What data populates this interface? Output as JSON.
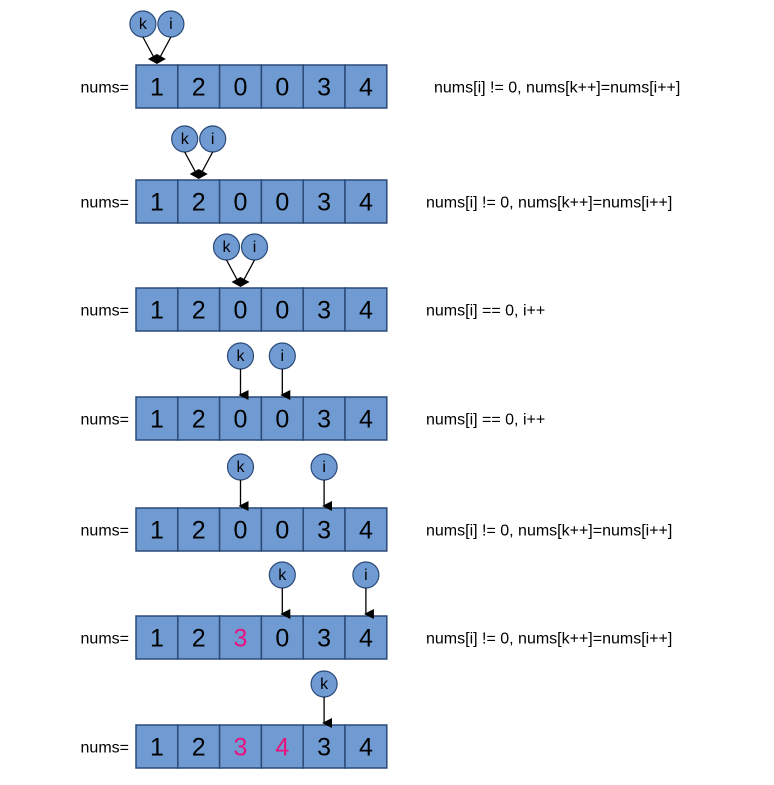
{
  "colors": {
    "cell_fill": "#6f9bd2",
    "cell_stroke": "#2b4a78",
    "circle_fill": "#6f9bd2",
    "circle_stroke": "#2b4a78",
    "normal_text": "#000000",
    "highlight_text": "#e8117f"
  },
  "array_label": "nums=",
  "steps": [
    {
      "values": [
        "1",
        "2",
        "0",
        "0",
        "3",
        "4"
      ],
      "highlight": [],
      "k": 0,
      "i": 0,
      "note": "nums[i] != 0, nums[k++]=nums[i++]"
    },
    {
      "values": [
        "1",
        "2",
        "0",
        "0",
        "3",
        "4"
      ],
      "highlight": [],
      "k": 1,
      "i": 1,
      "note": "nums[i] != 0, nums[k++]=nums[i++]"
    },
    {
      "values": [
        "1",
        "2",
        "0",
        "0",
        "3",
        "4"
      ],
      "highlight": [],
      "k": 2,
      "i": 2,
      "note": "nums[i] == 0, i++"
    },
    {
      "values": [
        "1",
        "2",
        "0",
        "0",
        "3",
        "4"
      ],
      "highlight": [],
      "k": 2,
      "i": 3,
      "note": "nums[i] == 0, i++"
    },
    {
      "values": [
        "1",
        "2",
        "0",
        "0",
        "3",
        "4"
      ],
      "highlight": [],
      "k": 2,
      "i": 4,
      "note": "nums[i] != 0, nums[k++]=nums[i++]"
    },
    {
      "values": [
        "1",
        "2",
        "3",
        "0",
        "3",
        "4"
      ],
      "highlight": [
        2
      ],
      "k": 3,
      "i": 5,
      "note": "nums[i] != 0, nums[k++]=nums[i++]"
    },
    {
      "values": [
        "1",
        "2",
        "3",
        "4",
        "3",
        "4"
      ],
      "highlight": [
        2,
        3
      ],
      "k": 4,
      "i": null,
      "note": ""
    }
  ],
  "pointer_labels": {
    "k": "k",
    "i": "i"
  }
}
